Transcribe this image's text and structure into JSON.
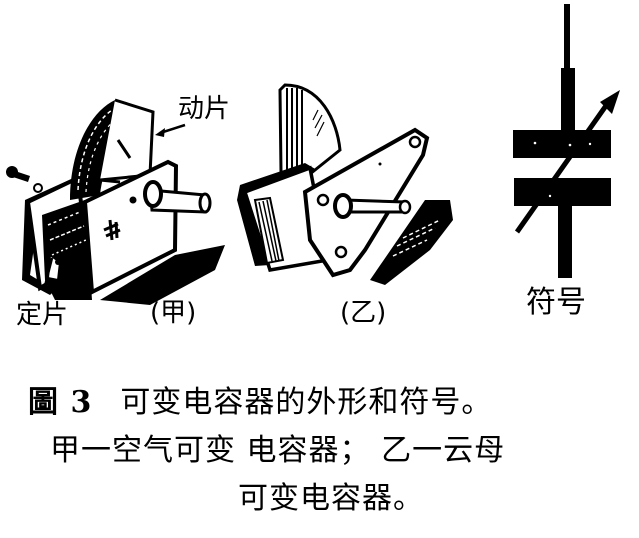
{
  "figure": {
    "panels": [
      {
        "id": "jia",
        "label": "(甲)",
        "description": "空气可变电容器",
        "callouts": {
          "moving_plate": "动片",
          "fixed_plate": "定片"
        }
      },
      {
        "id": "yi",
        "label": "(乙)",
        "description": "云母可变电容器"
      },
      {
        "id": "symbol",
        "label": "符号",
        "icon": "variable-capacitor-symbol"
      }
    ],
    "caption": {
      "figure_number": "圖 3",
      "title": "可变电容器的外形和符号。",
      "line2": "甲一空气可变 电容器；  乙一云母",
      "line3": "可变电容器。"
    }
  }
}
